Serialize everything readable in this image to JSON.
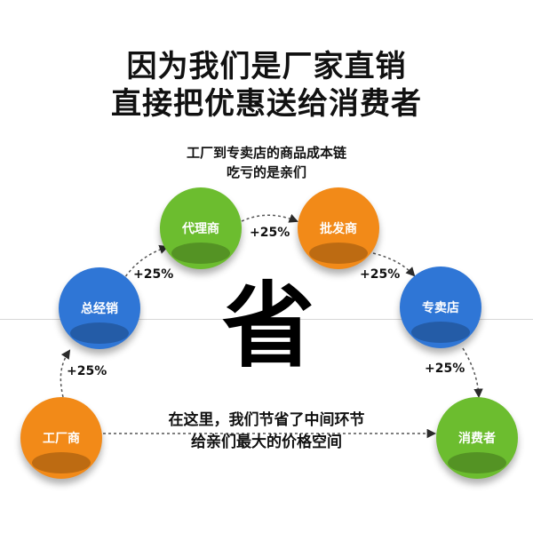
{
  "title": {
    "line1": "因为我们是厂家直销",
    "line2": "直接把优惠送给消费者"
  },
  "subtitle": {
    "line1": "工厂到专卖店的商品成本链",
    "line2": "吃亏的是亲们"
  },
  "nodes": {
    "factory": "工厂商",
    "general_dealer": "总经销",
    "agent": "代理商",
    "wholesaler": "批发商",
    "store": "专卖店",
    "consumer": "消费者"
  },
  "markups": [
    "+25%",
    "+25%",
    "+25%",
    "+25%",
    "+25%"
  ],
  "center_char": "省",
  "bottom_text": {
    "line1": "在这里，我们节省了中间环节",
    "line2": "给亲们最大的价格空间"
  },
  "colors": {
    "orange": "#f28a18",
    "blue": "#2f76d6",
    "green": "#6cbd2f"
  }
}
